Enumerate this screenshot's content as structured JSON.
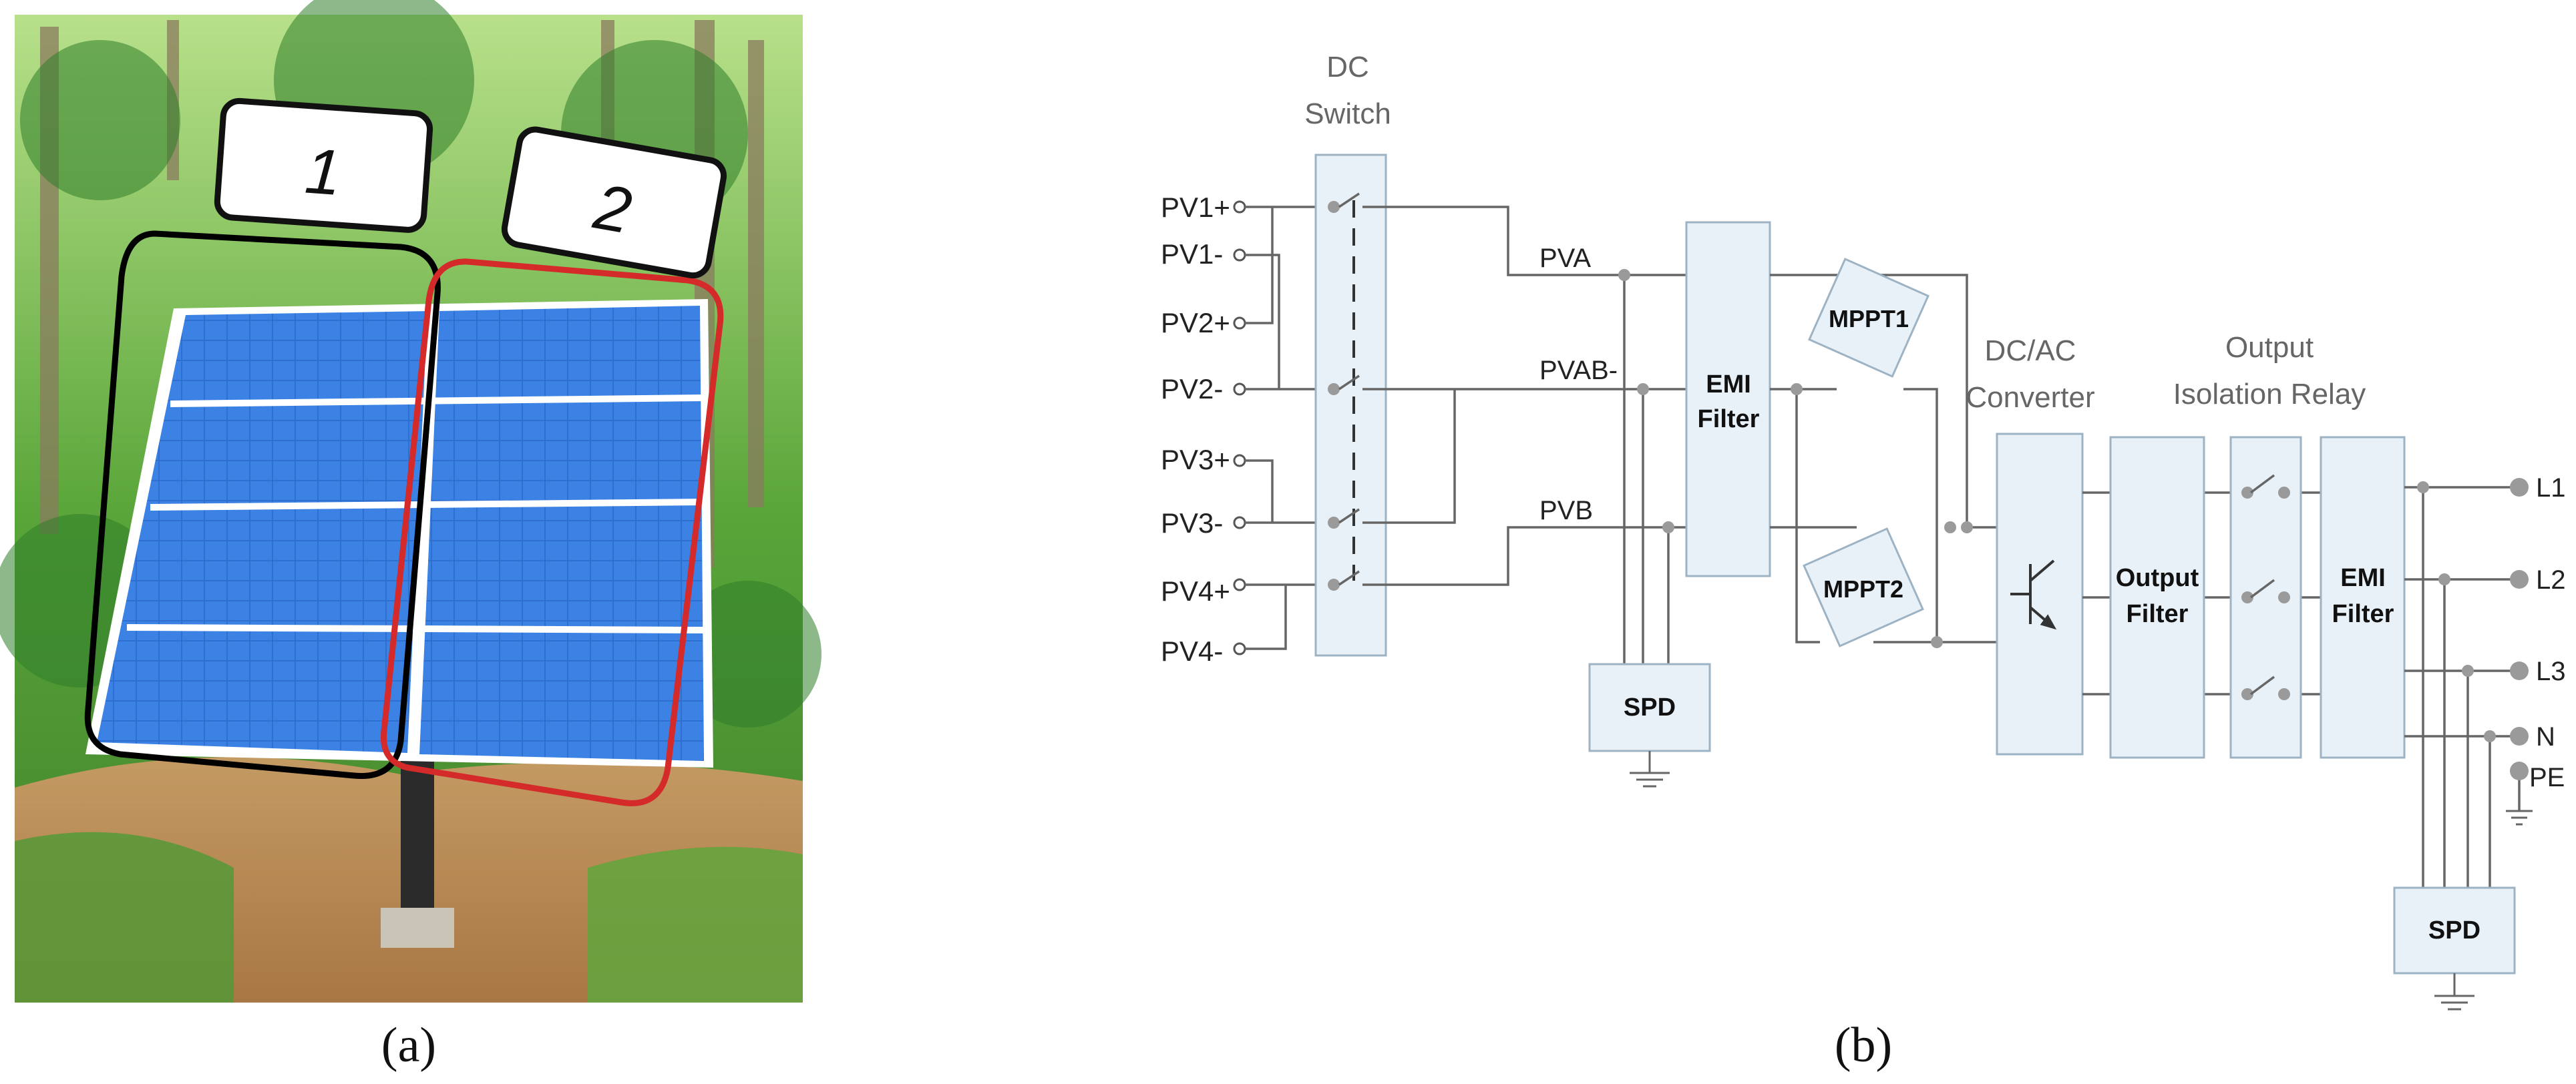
{
  "panels": {
    "a": {
      "caption": "(a)",
      "callouts": [
        {
          "label": "1",
          "color": "#000000"
        },
        {
          "label": "2",
          "color": "#d42a2a"
        }
      ]
    },
    "b": {
      "caption": "(b)",
      "headers": {
        "dc_switch_1": "DC",
        "dc_switch_2": "Switch",
        "dcac_1": "DC/AC",
        "dcac_2": "Converter",
        "relay_1": "Output",
        "relay_2": "Isolation Relay"
      },
      "pv_inputs": [
        "PV1+",
        "PV1-",
        "PV2+",
        "PV2-",
        "PV3+",
        "PV3-",
        "PV4+",
        "PV4-"
      ],
      "buses": {
        "pva": "PVA",
        "pvab": "PVAB-",
        "pvb": "PVB"
      },
      "blocks": {
        "emi_in_1": "EMI",
        "emi_in_2": "Filter",
        "mppt1": "MPPT1",
        "mppt2": "MPPT2",
        "out_filter_1": "Output",
        "out_filter_2": "Filter",
        "emi_out_1": "EMI",
        "emi_out_2": "Filter",
        "spd_in": "SPD",
        "spd_out": "SPD"
      },
      "outputs": [
        "L1",
        "L2",
        "L3",
        "N",
        "PE"
      ]
    }
  }
}
